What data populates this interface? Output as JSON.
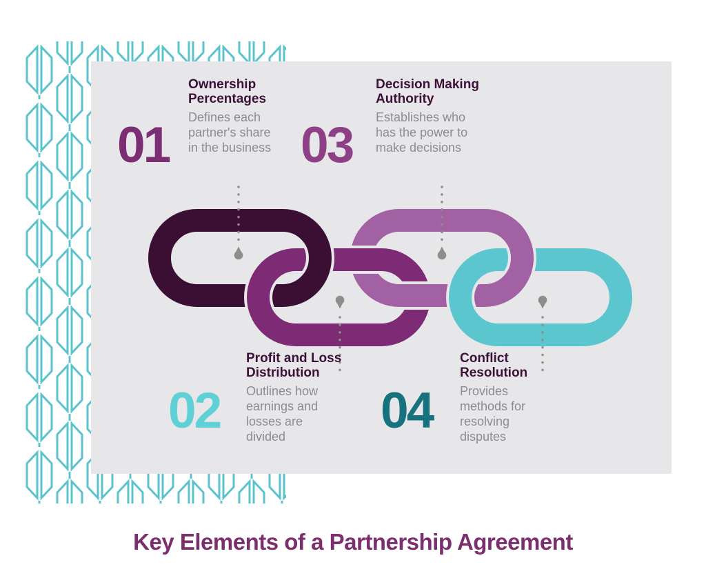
{
  "title": "Key Elements of a Partnership Agreement",
  "items": [
    {
      "number": "01",
      "title": "Ownership Percentages",
      "description": "Defines each partner's share in the business",
      "number_color": "#7b2e74",
      "link_color": "#3b0e34"
    },
    {
      "number": "02",
      "title": "Profit and Loss Distribution",
      "description": "Outlines how earnings and losses are divided",
      "number_color": "#5ed0d6",
      "link_color": "#7e2b76"
    },
    {
      "number": "03",
      "title": "Decision Making Authority",
      "description": "Establishes who has the power to make decisions",
      "number_color": "#8d4085",
      "link_color": "#a161a2"
    },
    {
      "number": "04",
      "title": "Conflict Resolution",
      "description": "Provides methods for resolving disputes",
      "number_color": "#16727c",
      "link_color": "#5cc6ce"
    }
  ],
  "colors": {
    "page_background": "#ffffff",
    "card_background": "#e7e7e9",
    "pattern_teal": "#5bc3cd",
    "heading_text": "#3c1139",
    "body_text": "#8d8b92",
    "footer_title": "#7c2f6d",
    "connector_gray": "#8d8d8d"
  }
}
